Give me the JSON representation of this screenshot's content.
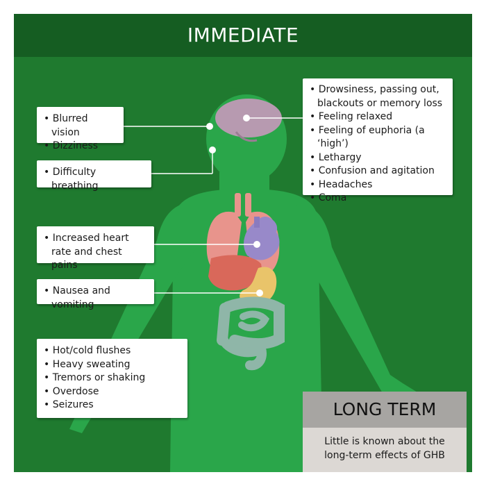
{
  "header": {
    "title": "IMMEDIATE"
  },
  "boxes": {
    "brain": [
      "Drowsiness, passing out, blackouts or memory loss",
      "Feeling relaxed",
      "Feeling of euphoria (a ‘high’)",
      "Lethargy",
      "Confusion and agitation",
      "Headaches",
      "Coma"
    ],
    "eyes": [
      "Blurred vision",
      "Dizziness"
    ],
    "breathing": [
      "Difficulty breathing"
    ],
    "heart": [
      "Increased heart rate and chest pains"
    ],
    "stomach": [
      "Nausea and vomiting"
    ],
    "body": [
      "Hot/cold flushes",
      "Heavy sweating",
      "Tremors or shaking",
      "Overdose",
      "Seizures"
    ]
  },
  "long_term": {
    "title": "LONG TERM",
    "text": "Little is known about the long-term effects of GHB"
  },
  "colors": {
    "background": "#1f7a2f",
    "header": "#155d22",
    "body": "#2aa64a",
    "brain": "#b79ab0",
    "lungs": "#e8948c",
    "heart": "#9889c9",
    "liver": "#d9685a",
    "stomach": "#e9c46a",
    "intestines": "#8fb6a8"
  }
}
